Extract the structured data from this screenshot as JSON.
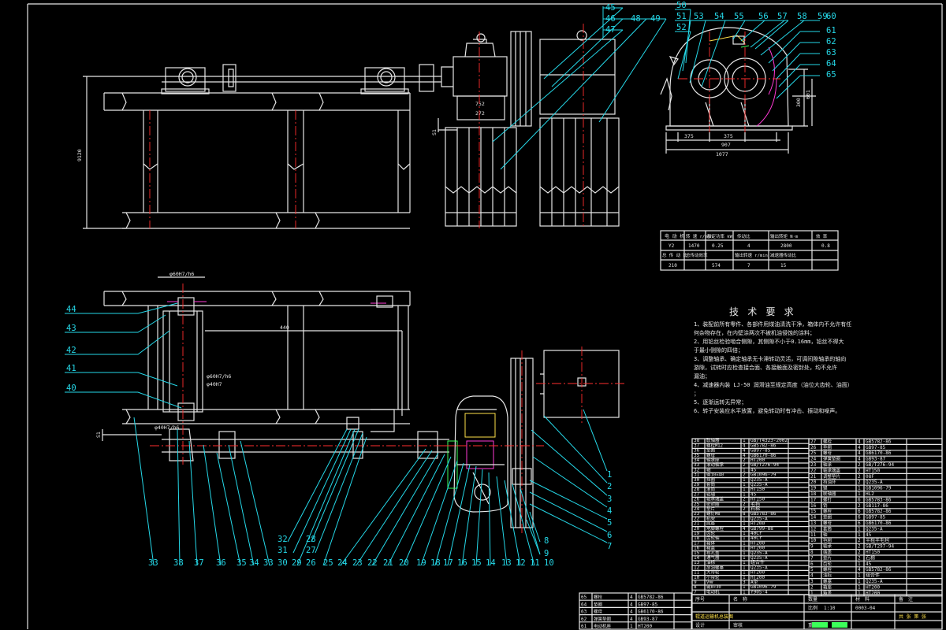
{
  "balloons_top": [
    "45",
    "46",
    "47",
    "48",
    "49"
  ],
  "balloons_side": [
    "50",
    "51",
    "52",
    "53",
    "54",
    "55",
    "56",
    "57",
    "58",
    "59",
    "60",
    "61",
    "62",
    "63",
    "64",
    "65"
  ],
  "balloons_left": [
    "44",
    "43",
    "42",
    "41",
    "40"
  ],
  "balloons_bottom": [
    "33",
    "38",
    "37",
    "36",
    "35",
    "34",
    "33",
    "32",
    "31",
    "30",
    "29",
    "28",
    "27",
    "26",
    "25",
    "24",
    "23",
    "22",
    "21",
    "20",
    "19",
    "18",
    "17",
    "16",
    "15",
    "14",
    "13",
    "12",
    "11",
    "10"
  ],
  "balloons_right": [
    "1",
    "2",
    "3",
    "4",
    "5",
    "6",
    "7",
    "8",
    "9"
  ],
  "dimensions": {
    "side_dim_1": "375",
    "side_dim_2": "375",
    "side_dim_3": "907",
    "side_dim_4": "1077",
    "side_dim_5": "601",
    "side_dim_6": "300",
    "center_dim_1": "752",
    "center_dim_2": "272",
    "center_dim_3": "S1",
    "front_dim": "9120",
    "plan_dim_1": "440",
    "plan_dim_2": "S1",
    "plan_dim_3": "φ60H7/h6",
    "plan_dim_4": "φ60H7/h6",
    "plan_dim_5": "φ40H7/h6",
    "plan_dim_6": "φ40H7"
  },
  "params_table": {
    "headers": [
      "电 动 机",
      "转 速 r/min",
      "额定功率 kW",
      "传动比",
      "输出转矩 N·m",
      "效 率"
    ],
    "row1": [
      "Y2",
      "1470",
      "0.25",
      "4",
      "2800",
      "0.8"
    ],
    "row2": [
      "总 传 动 比",
      "总传动效率",
      "输出转速 r/min",
      "减速器传动比",
      ""
    ],
    "row3": [
      "210",
      "574",
      "7",
      "15",
      ""
    ]
  },
  "tech_requirements": {
    "title": "技 术 要 求",
    "lines": [
      "1、装配前所有零件、各部件用煤油清洗干净，箱体内不允许有任",
      "   何杂物存在，在内壁涂两次不被机油侵蚀的涂料；",
      "2、用铅丝检验啮合侧隙，其侧隙不小于0.16mm，铅丝不得大",
      "   于最小侧隙的四倍；",
      "3、调整轴承、确定轴承无卡滞转动灵活，可调间隙轴承的轴向",
      "   游隙，试转时应检查接合面、各接触面及密封处，均不允许",
      "   漏油；",
      "4、减速器内装 LJ-50 润滑油至规定高度（油位大齿轮、油面）",
      "   ；",
      "5、逐渐运转无异常；",
      "6、转子安装应水平放置，避免转动时有冲击、振动和噪声。"
    ]
  },
  "bom_left": [
    [
      "38",
      "联轴器",
      "1",
      "GB/T4323-2002",
      ""
    ],
    [
      "37",
      "螺栓M12",
      "4",
      "GB5782-86",
      ""
    ],
    [
      "36",
      "垫圈",
      "4",
      "GB97-85",
      ""
    ],
    [
      "35",
      "螺母",
      "4",
      "GB6170-86",
      ""
    ],
    [
      "34",
      "轴承座",
      "2",
      "HT200",
      ""
    ],
    [
      "33",
      "滚动轴承",
      "2",
      "GB/T276-94",
      ""
    ],
    [
      "32",
      "轴",
      "1",
      "45",
      ""
    ],
    [
      "31",
      "键10×40",
      "2",
      "GB1096-79",
      ""
    ],
    [
      "30",
      "挡圈",
      "1",
      "Q235-A",
      ""
    ],
    [
      "29",
      "套筒",
      "1",
      "Q235-A",
      ""
    ],
    [
      "28",
      "滚筒",
      "1",
      "HT150",
      ""
    ],
    [
      "27",
      "辊轴",
      "1",
      "45",
      ""
    ],
    [
      "26",
      "轴承端盖",
      "2",
      "HT150",
      ""
    ],
    [
      "25",
      "密封圈",
      "2",
      "毛毡",
      ""
    ],
    [
      "24",
      "垫片",
      "2",
      "石棉",
      ""
    ],
    [
      "23",
      "螺钉M8",
      "8",
      "GB5783-86",
      ""
    ],
    [
      "22",
      "机架",
      "1",
      "Q235-A",
      ""
    ],
    [
      "21",
      "底座",
      "1",
      "HT200",
      ""
    ],
    [
      "20",
      "地脚螺栓",
      "4",
      "GB799-88",
      ""
    ],
    [
      "19",
      "齿轮",
      "1",
      "40Cr",
      ""
    ],
    [
      "18",
      "齿轮轴",
      "1",
      "40Cr",
      ""
    ],
    [
      "17",
      "箱体",
      "1",
      "HT200",
      ""
    ],
    [
      "16",
      "箱盖",
      "1",
      "HT200",
      ""
    ],
    [
      "15",
      "视孔盖",
      "1",
      "Q235-A",
      ""
    ],
    [
      "14",
      "通气器",
      "1",
      "Q235-A",
      ""
    ],
    [
      "13",
      "油标",
      "1",
      "组合件",
      ""
    ],
    [
      "12",
      "放油螺塞",
      "1",
      "Q235-A",
      ""
    ],
    [
      "11",
      "大带轮",
      "1",
      "HT200",
      ""
    ],
    [
      "10",
      "小带轮",
      "1",
      "HT200",
      ""
    ],
    [
      "9",
      "V带",
      "3",
      "A型",
      ""
    ],
    [
      "8",
      "键8×30",
      "1",
      "GB1096-79",
      ""
    ],
    [
      "7",
      "电动机",
      "1",
      "Y90S-4",
      ""
    ]
  ],
  "bom_right": [
    [
      "27",
      "螺栓",
      "4",
      "GB5782-86",
      ""
    ],
    [
      "26",
      "垫圈",
      "4",
      "GB97-85",
      ""
    ],
    [
      "25",
      "螺母",
      "4",
      "GB6170-86",
      ""
    ],
    [
      "24",
      "弹簧垫圈",
      "4",
      "GB93-87",
      ""
    ],
    [
      "23",
      "轴承",
      "2",
      "GB/T276-94",
      ""
    ],
    [
      "22",
      "轴承端盖",
      "2",
      "HT150",
      ""
    ],
    [
      "21",
      "调整垫片",
      "2",
      "08F",
      ""
    ],
    [
      "20",
      "挡油环",
      "2",
      "Q235-A",
      ""
    ],
    [
      "19",
      "键",
      "1",
      "GB1096-79",
      ""
    ],
    [
      "18",
      "联轴器",
      "1",
      "HL2",
      ""
    ],
    [
      "17",
      "螺钉",
      "6",
      "GB5783-86",
      ""
    ],
    [
      "16",
      "销",
      "2",
      "GB117-86",
      ""
    ],
    [
      "15",
      "螺栓",
      "6",
      "GB5782-86",
      ""
    ],
    [
      "14",
      "垫圈",
      "6",
      "GB97-85",
      ""
    ],
    [
      "13",
      "螺母",
      "6",
      "GB6170-86",
      ""
    ],
    [
      "12",
      "套筒",
      "1",
      "Q235-A",
      ""
    ],
    [
      "11",
      "轴",
      "1",
      "45",
      ""
    ],
    [
      "10",
      "毡圈",
      "2",
      "半粗羊毛毡",
      ""
    ],
    [
      "9",
      "轴承",
      "2",
      "GB/T297-94",
      ""
    ],
    [
      "8",
      "端盖",
      "2",
      "HT150",
      ""
    ],
    [
      "7",
      "垫片",
      "2",
      "石棉",
      ""
    ],
    [
      "6",
      "齿轮",
      "1",
      "45",
      ""
    ],
    [
      "5",
      "螺栓",
      "4",
      "GB5782-86",
      ""
    ],
    [
      "4",
      "油标",
      "1",
      "组合件",
      ""
    ],
    [
      "3",
      "螺塞",
      "1",
      "Q235-A",
      ""
    ],
    [
      "2",
      "箱座",
      "1",
      "HT200",
      ""
    ],
    [
      "1",
      "箱盖",
      "1",
      "HT200",
      ""
    ]
  ],
  "bom_bottom": [
    [
      "65",
      "螺栓",
      "4",
      "GB5782-86",
      ""
    ],
    [
      "64",
      "垫圈",
      "4",
      "GB97-85",
      ""
    ],
    [
      "63",
      "螺母",
      "4",
      "GB6170-86",
      ""
    ],
    [
      "62",
      "弹簧垫圈",
      "4",
      "GB93-87",
      ""
    ],
    [
      "61",
      "电动机座",
      "1",
      "HT200",
      ""
    ]
  ],
  "bom_footer": [
    "序号",
    "名　称",
    "数量",
    "材　料",
    "备　注"
  ],
  "title_block": {
    "name": "辊道运输机总装图",
    "school": "共 张 第 张",
    "drawing_no": "0003-04",
    "row1": [
      "设计",
      "",
      "比例",
      "1:10"
    ],
    "row2": [
      "审核",
      "",
      "重量",
      ""
    ]
  }
}
